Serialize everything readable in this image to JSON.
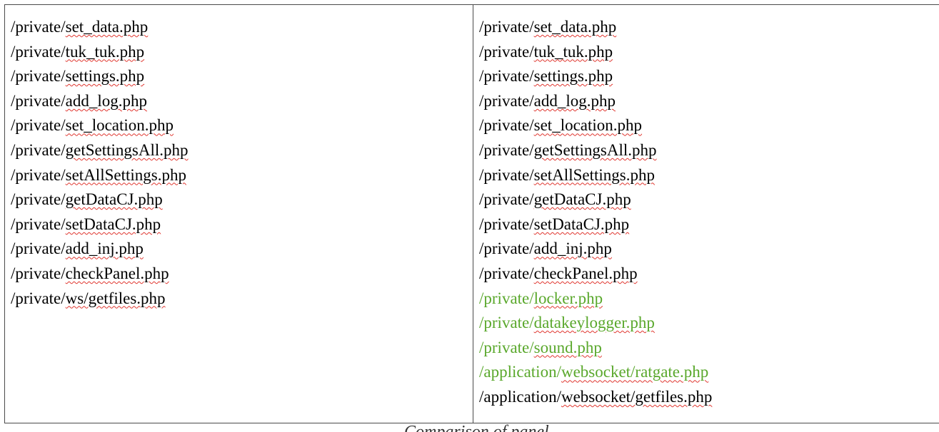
{
  "document": {
    "left_column": {
      "paths": [
        {
          "prefix": "/private/",
          "name": "set_data.php",
          "highlight": false
        },
        {
          "prefix": "/private/",
          "name": "tuk_tuk.php",
          "highlight": false
        },
        {
          "prefix": "/private/",
          "name": "settings.php",
          "highlight": false
        },
        {
          "prefix": "/private/",
          "name": "add_log.php",
          "highlight": false
        },
        {
          "prefix": "/private/",
          "name": "set_location.php",
          "highlight": false
        },
        {
          "prefix": "/private/",
          "name": "getSettingsAll.php",
          "highlight": false
        },
        {
          "prefix": "/private/",
          "name": "setAllSettings.php",
          "highlight": false
        },
        {
          "prefix": "/private/",
          "name": "getDataCJ.php",
          "highlight": false
        },
        {
          "prefix": "/private/",
          "name": "setDataCJ.php",
          "highlight": false
        },
        {
          "prefix": "/private/",
          "name": "add_inj.php",
          "highlight": false
        },
        {
          "prefix": "/private/",
          "name": "checkPanel.php",
          "highlight": false
        },
        {
          "prefix": "/private/",
          "name": "ws/getfiles.php",
          "highlight": false
        }
      ]
    },
    "right_column": {
      "paths": [
        {
          "prefix": "/private/",
          "name": "set_data.php",
          "highlight": false
        },
        {
          "prefix": "/private/",
          "name": "tuk_tuk.php",
          "highlight": false
        },
        {
          "prefix": "/private/",
          "name": "settings.php",
          "highlight": false
        },
        {
          "prefix": "/private/",
          "name": "add_log.php",
          "highlight": false
        },
        {
          "prefix": "/private/",
          "name": "set_location.php",
          "highlight": false
        },
        {
          "prefix": "/private/",
          "name": "getSettingsAll.php",
          "highlight": false
        },
        {
          "prefix": "/private/",
          "name": "setAllSettings.php",
          "highlight": false
        },
        {
          "prefix": "/private/",
          "name": "getDataCJ.php",
          "highlight": false
        },
        {
          "prefix": "/private/",
          "name": "setDataCJ.php",
          "highlight": false
        },
        {
          "prefix": "/private/",
          "name": "add_inj.php",
          "highlight": false
        },
        {
          "prefix": "/private/",
          "name": "checkPanel.php",
          "highlight": false
        },
        {
          "prefix": "/private/",
          "name": "locker.php",
          "highlight": true
        },
        {
          "prefix": "/private/",
          "name": "datakeylogger.php",
          "highlight": true
        },
        {
          "prefix": "/private/",
          "name": "sound.php",
          "highlight": true
        },
        {
          "prefix": "/application/",
          "name": "websocket/ratgate.php",
          "highlight": true
        },
        {
          "prefix": "/application/",
          "name": "websocket/getfiles.php",
          "highlight": false
        }
      ]
    },
    "caption": "Comparison of panel",
    "colors": {
      "text": "#000000",
      "highlight": "#5aa82c",
      "spellcheck_underline": "#e0362f",
      "border": "#4a4a4a"
    }
  }
}
